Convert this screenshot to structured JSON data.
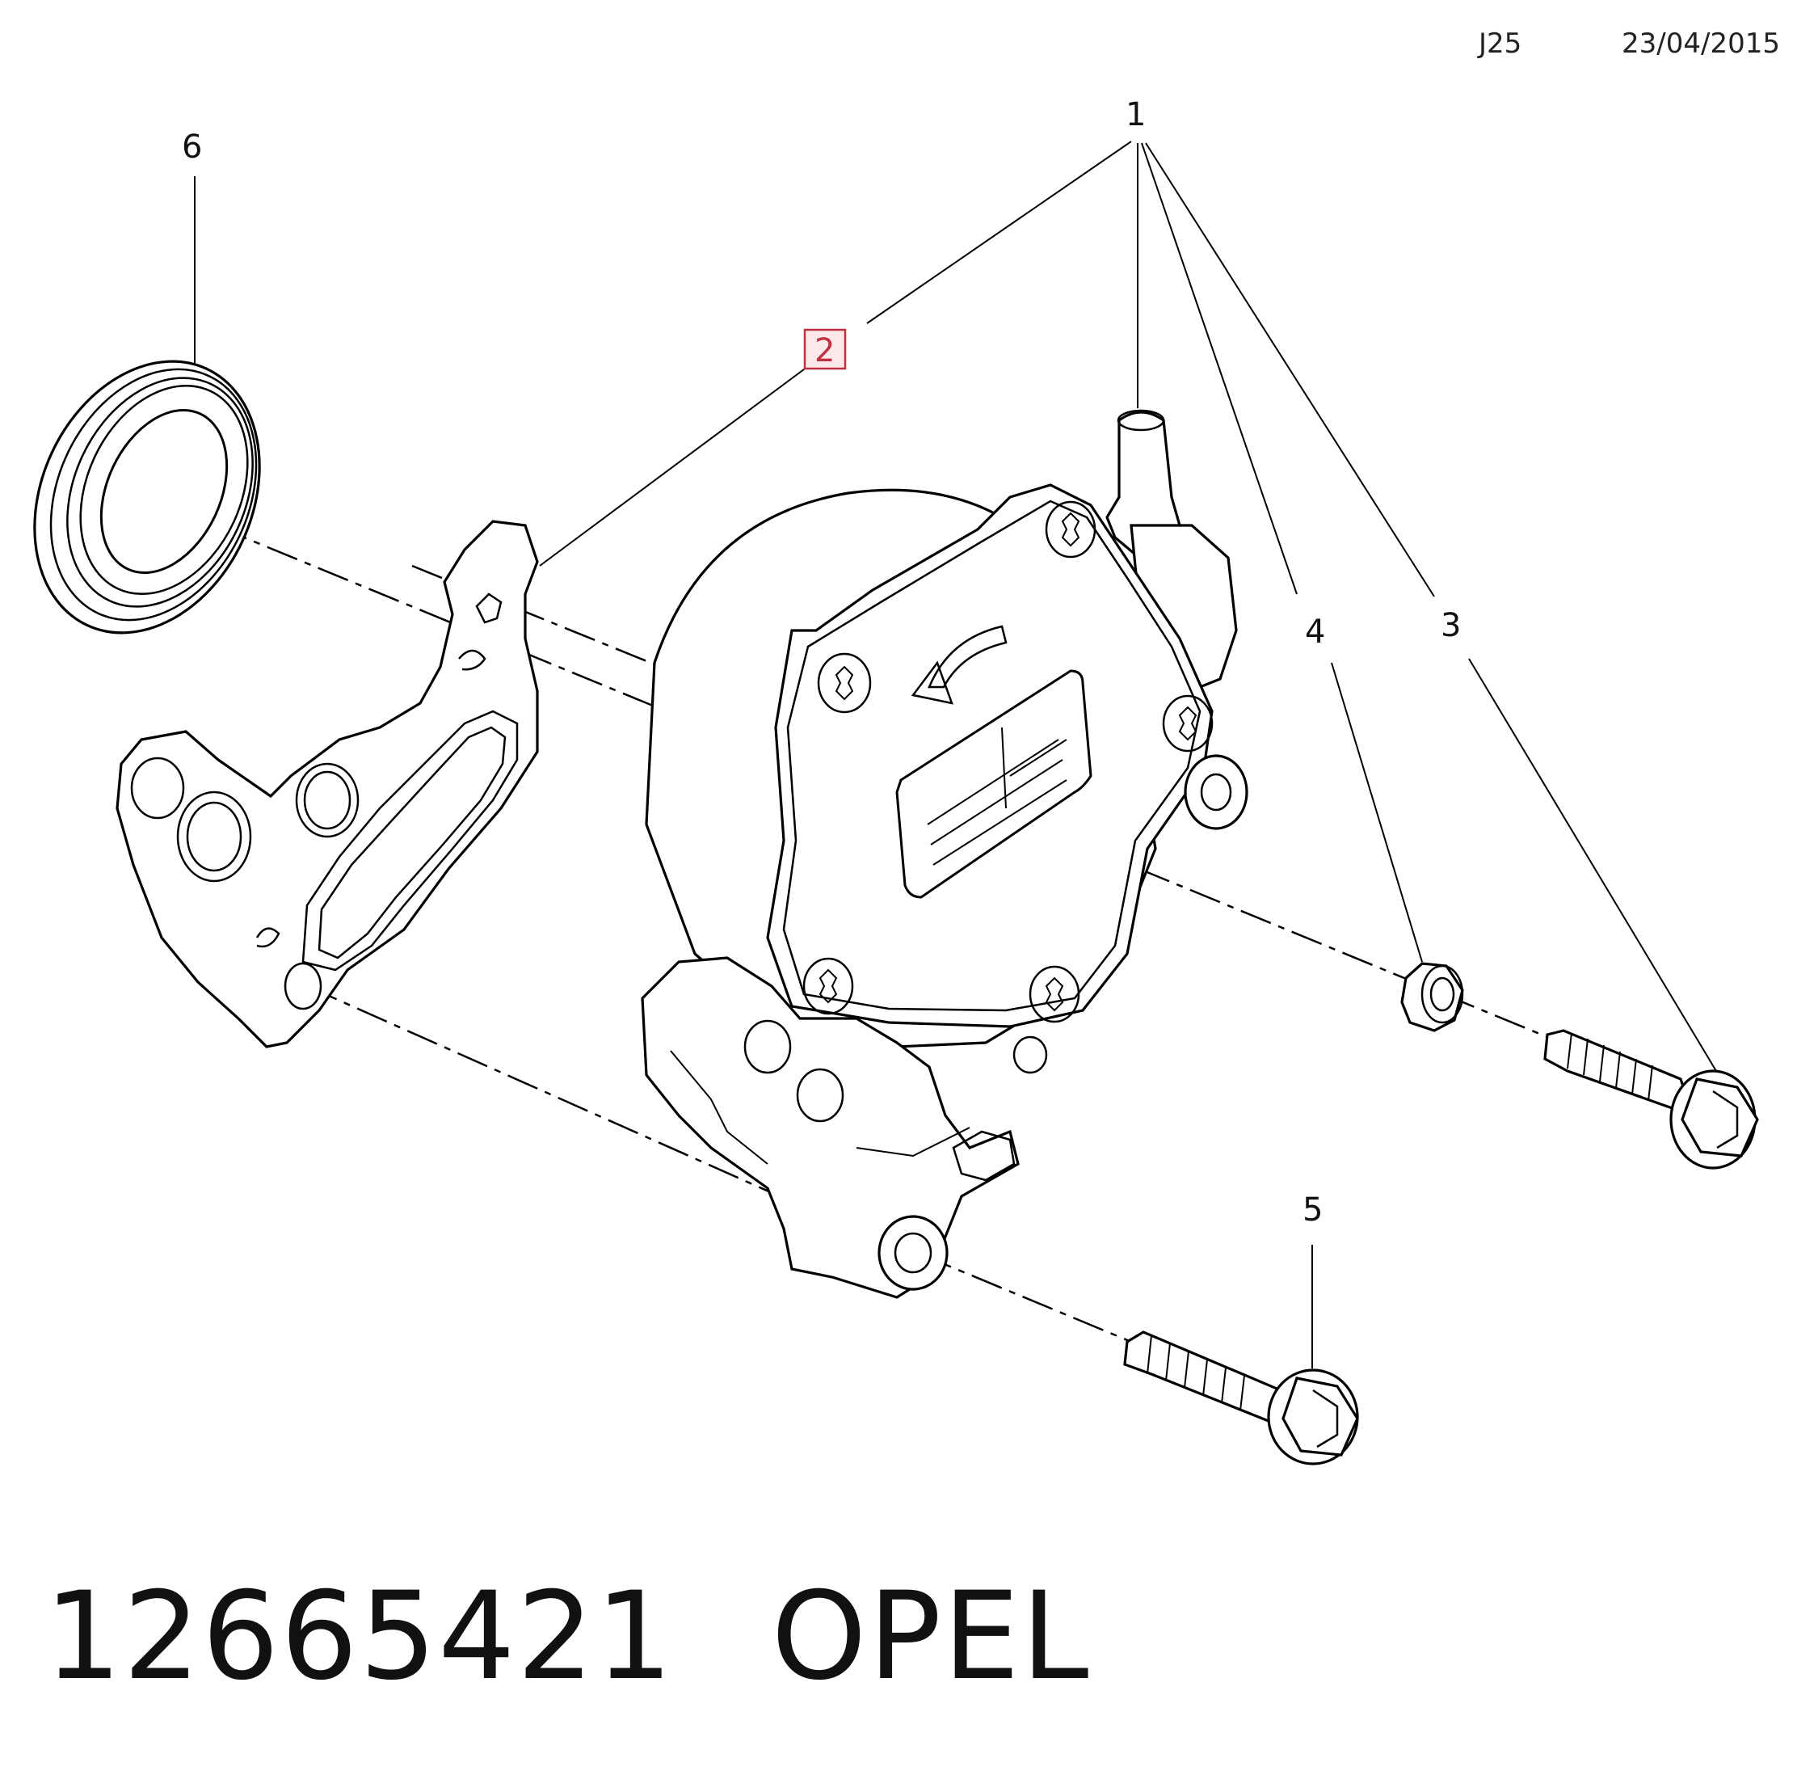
{
  "header": {
    "code": "J25",
    "date": "23/04/2015"
  },
  "callouts": {
    "c1": "1",
    "c2": "2",
    "c3": "3",
    "c4": "4",
    "c5": "5",
    "c6": "6"
  },
  "footer": {
    "part_number": "12665421",
    "brand": "OPEL"
  },
  "colors": {
    "line": "#000000",
    "highlight_box": "#c03040"
  }
}
